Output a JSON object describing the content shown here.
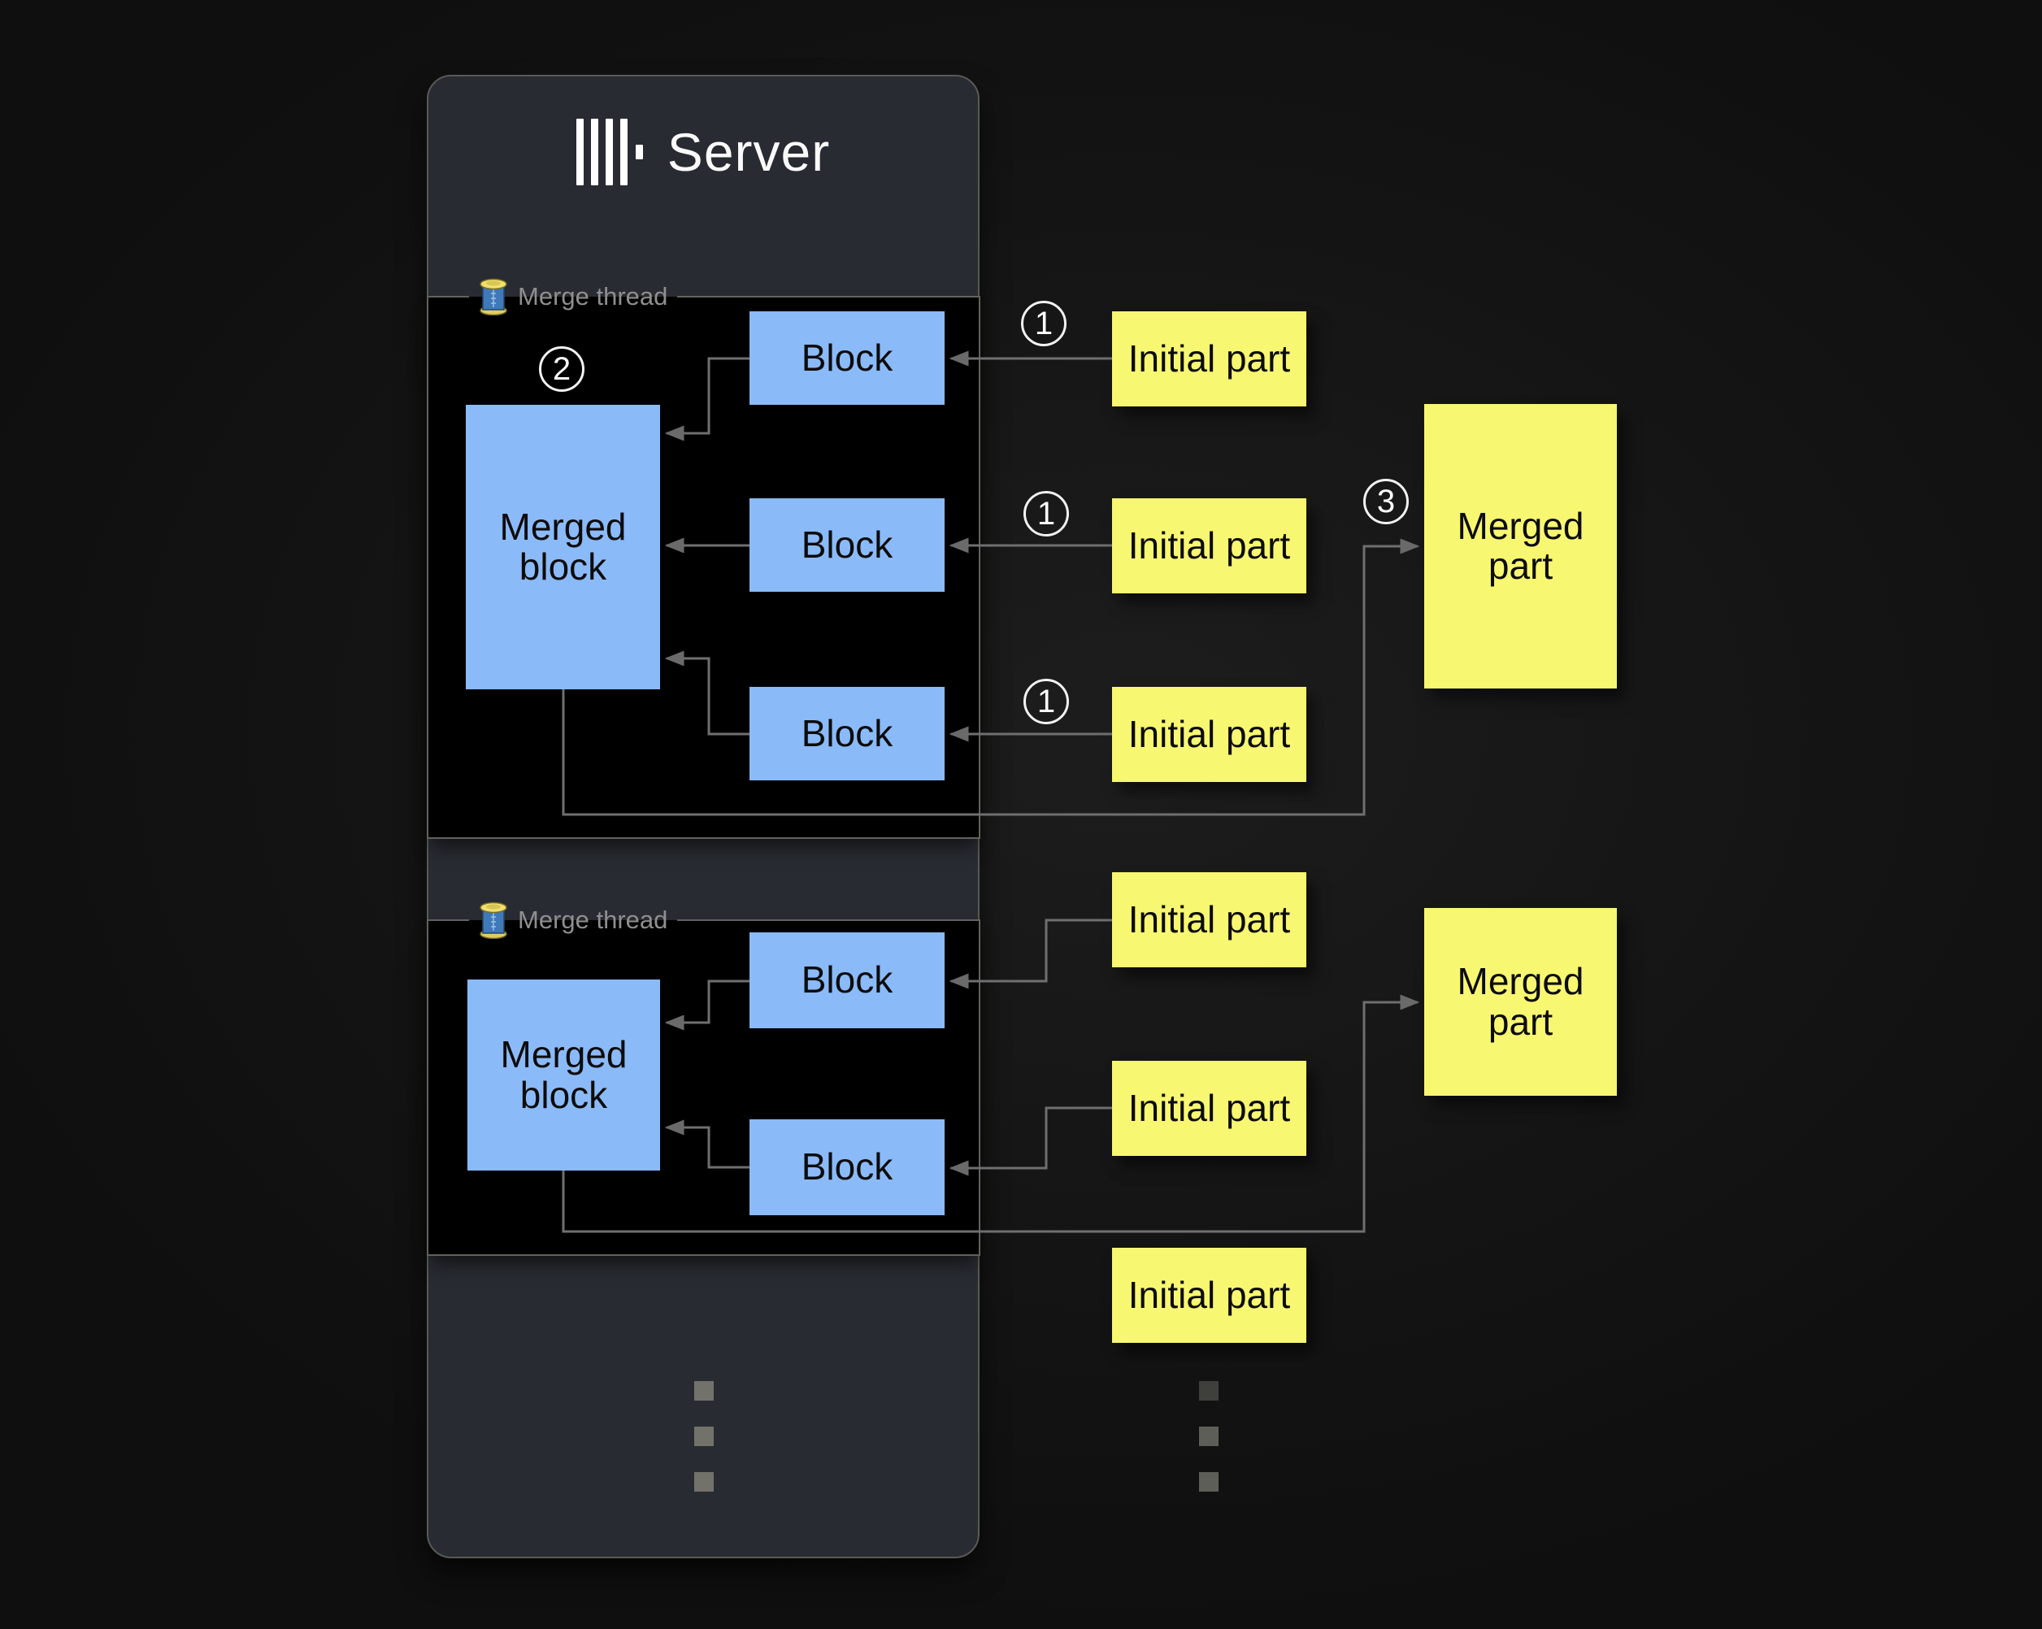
{
  "colors": {
    "page_background": "#141414",
    "server_panel": "#282b32",
    "thread_box": "#000000",
    "block_fill": "#8bbaf8",
    "part_fill": "#f8f772",
    "connector": "#6f6f6f",
    "thread_label_text": "#8f8f8f",
    "server_title_text": "#fafafa"
  },
  "server": {
    "title": "Server"
  },
  "threads": [
    {
      "label": "Merge thread",
      "icon": "thread-spool-icon",
      "merged_block_label": "Merged block",
      "block_labels": [
        "Block",
        "Block",
        "Block"
      ],
      "steps": {
        "read": "1",
        "merge": "2"
      }
    },
    {
      "label": "Merge thread",
      "icon": "thread-spool-icon",
      "merged_block_label": "Merged block",
      "block_labels": [
        "Block",
        "Block"
      ]
    }
  ],
  "parts": {
    "initial_label": "Initial part",
    "merged_label": "Merged part",
    "step_write": "3"
  }
}
